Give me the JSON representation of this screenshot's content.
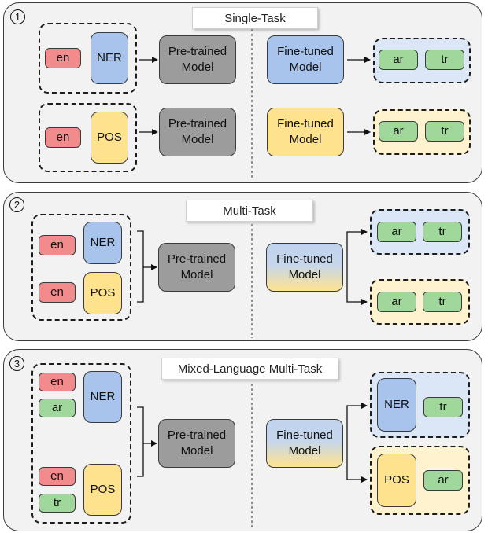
{
  "panels": [
    {
      "number": "1",
      "title": "Single-Task"
    },
    {
      "number": "2",
      "title": "Multi-Task"
    },
    {
      "number": "3",
      "title": "Mixed-Language Multi-Task"
    }
  ],
  "labels": {
    "en": "en",
    "ar": "ar",
    "tr": "tr",
    "ner": "NER",
    "pos": "POS",
    "pretrained": "Pre-trained\nModel",
    "finetuned": "Fine-tuned\nModel"
  },
  "colors": {
    "en": "#f28b8b",
    "lang_green": "#9fd89a",
    "ner": "#a8c4ec",
    "pos": "#ffe28e",
    "pretrained": "#9c9c9c",
    "panel_bg": "#f2f2f2"
  }
}
